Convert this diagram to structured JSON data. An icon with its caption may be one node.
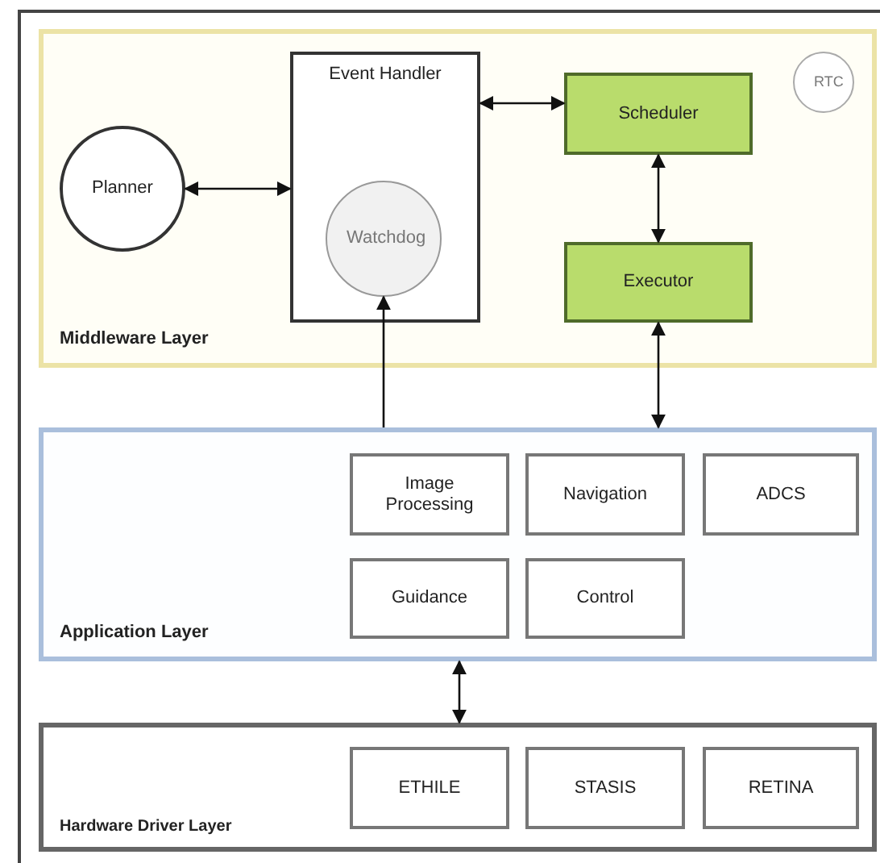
{
  "diagram": {
    "nodes": [
      {
        "text": [
          "Middleware Layer"
        ]
      },
      {
        "text": [
          "Planner"
        ],
        "in": 0
      },
      {
        "text": [
          "Event Handler"
        ],
        "in": 0
      },
      {
        "text": [
          "Watchdog"
        ],
        "in": 2
      },
      {
        "text": [
          "Scheduler"
        ],
        "in": 0
      },
      {
        "text": [
          "RTC"
        ],
        "in": 0
      },
      {
        "text": [
          "Executor"
        ],
        "in": 0
      },
      {
        "text": [
          "Application Layer"
        ]
      },
      {
        "text": [
          "Image Processing"
        ],
        "in": 7
      },
      {
        "text": [
          "Navigation"
        ],
        "in": 7
      },
      {
        "text": [
          "ADCS"
        ],
        "in": 7
      },
      {
        "text": [
          "Guidance"
        ],
        "in": 7
      },
      {
        "text": [
          "Control"
        ],
        "in": 7
      },
      {
        "text": [
          "Hardware Driver Layer"
        ]
      },
      {
        "text": [
          "ETHILE"
        ],
        "in": 13
      },
      {
        "text": [
          "STASIS"
        ],
        "in": 13
      },
      {
        "text": [
          "RETINA"
        ],
        "in": 13
      }
    ],
    "edges": [
      {
        "from": 1,
        "to": 2,
        "arrow": "both"
      },
      {
        "from": 2,
        "to": 4,
        "arrow": "both"
      },
      {
        "from": 4,
        "to": 6,
        "arrow": "both"
      },
      {
        "from": 7,
        "to": 3,
        "arrow": "to"
      },
      {
        "from": 6,
        "to": 7,
        "arrow": "both"
      },
      {
        "from": 7,
        "to": 13,
        "arrow": "both"
      }
    ]
  }
}
